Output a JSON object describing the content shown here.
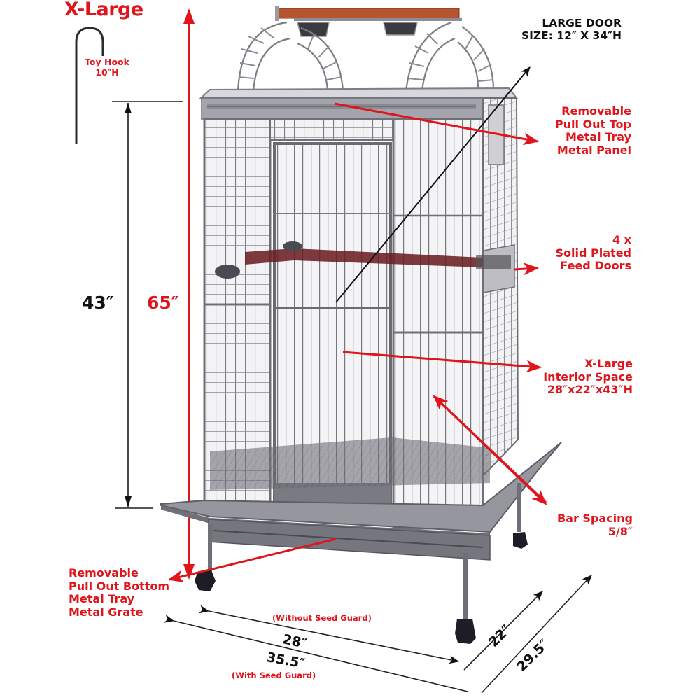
{
  "title": "X-Large",
  "colors": {
    "annotation_red": "#e0141b",
    "annotation_black": "#111111",
    "cage_metal": "#8c8c96",
    "cage_dark": "#5e5e66",
    "perch_wood": "#b5562e",
    "perch_inside": "#6b1f24",
    "background": "#ffffff"
  },
  "toy_hook": {
    "icon": "hook-icon",
    "lines": [
      "Toy Hook",
      "10″H"
    ]
  },
  "heights": {
    "cage_body": "43″",
    "total": "65″"
  },
  "callouts": {
    "large_door": [
      "LARGE DOOR",
      "SIZE: 12″ X 34″H"
    ],
    "top_tray": [
      "Removable",
      "Pull Out Top",
      "Metal Tray",
      "Metal Panel"
    ],
    "feed_doors": [
      "4 x",
      "Solid Plated",
      "Feed Doors"
    ],
    "interior": [
      "X-Large",
      "Interior Space",
      "28″x22″x43″H"
    ],
    "bar_spacing": [
      "Bar Spacing",
      "5/8″"
    ],
    "bottom_tray": [
      "Removable",
      "Pull Out Bottom",
      "Metal Tray",
      "Metal Grate"
    ]
  },
  "dimensions": {
    "width_without_guard": "28″",
    "without_guard_note": "(Without Seed Guard)",
    "width_with_guard": "35.5″",
    "with_guard_note": "(With Seed Guard)",
    "depth_without_guard": "22″",
    "depth_with_guard": "29.5″"
  }
}
